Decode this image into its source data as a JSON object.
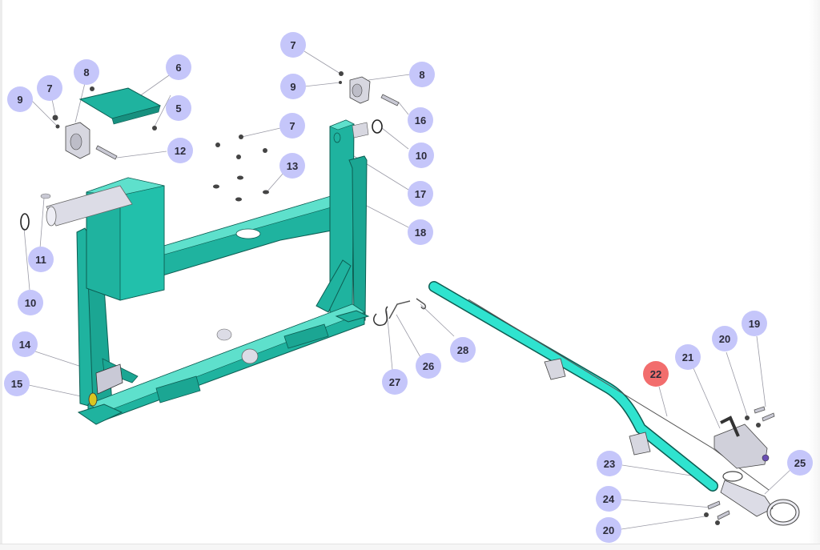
{
  "diagram": {
    "colors": {
      "frame": "#1fb39f",
      "frame_dark": "#12806f",
      "frame_light": "#5ee0cc",
      "hardware": "#d7d7e0",
      "callout": "#c5c6fa",
      "callout_active": "#f26d6d",
      "plate_yellow": "#d9c520"
    },
    "callouts": [
      {
        "id": "c-9a",
        "label": "9",
        "part": "9"
      },
      {
        "id": "c-7a",
        "label": "7",
        "part": "7"
      },
      {
        "id": "c-8a",
        "label": "8",
        "part": "8"
      },
      {
        "id": "c-6",
        "label": "6",
        "part": "6"
      },
      {
        "id": "c-5",
        "label": "5",
        "part": "5"
      },
      {
        "id": "c-12",
        "label": "12",
        "part": "12"
      },
      {
        "id": "c-7b",
        "label": "7",
        "part": "7"
      },
      {
        "id": "c-9b",
        "label": "9",
        "part": "9"
      },
      {
        "id": "c-8b",
        "label": "8",
        "part": "8"
      },
      {
        "id": "c-16",
        "label": "16",
        "part": "16"
      },
      {
        "id": "c-7c",
        "label": "7",
        "part": "7"
      },
      {
        "id": "c-13",
        "label": "13",
        "part": "13"
      },
      {
        "id": "c-10a",
        "label": "10",
        "part": "10"
      },
      {
        "id": "c-17",
        "label": "17",
        "part": "17"
      },
      {
        "id": "c-18",
        "label": "18",
        "part": "18"
      },
      {
        "id": "c-11",
        "label": "11",
        "part": "11"
      },
      {
        "id": "c-10b",
        "label": "10",
        "part": "10"
      },
      {
        "id": "c-14",
        "label": "14",
        "part": "14"
      },
      {
        "id": "c-15",
        "label": "15",
        "part": "15"
      },
      {
        "id": "c-28",
        "label": "28",
        "part": "28"
      },
      {
        "id": "c-26",
        "label": "26",
        "part": "26"
      },
      {
        "id": "c-27",
        "label": "27",
        "part": "27"
      },
      {
        "id": "c-19",
        "label": "19",
        "part": "19"
      },
      {
        "id": "c-20a",
        "label": "20",
        "part": "20"
      },
      {
        "id": "c-21",
        "label": "21",
        "part": "21"
      },
      {
        "id": "c-22",
        "label": "22",
        "part": "22",
        "active": true
      },
      {
        "id": "c-23",
        "label": "23",
        "part": "23"
      },
      {
        "id": "c-25",
        "label": "25",
        "part": "25"
      },
      {
        "id": "c-24",
        "label": "24",
        "part": "24"
      },
      {
        "id": "c-20b",
        "label": "20",
        "part": "20"
      }
    ],
    "selected_part": "22"
  }
}
